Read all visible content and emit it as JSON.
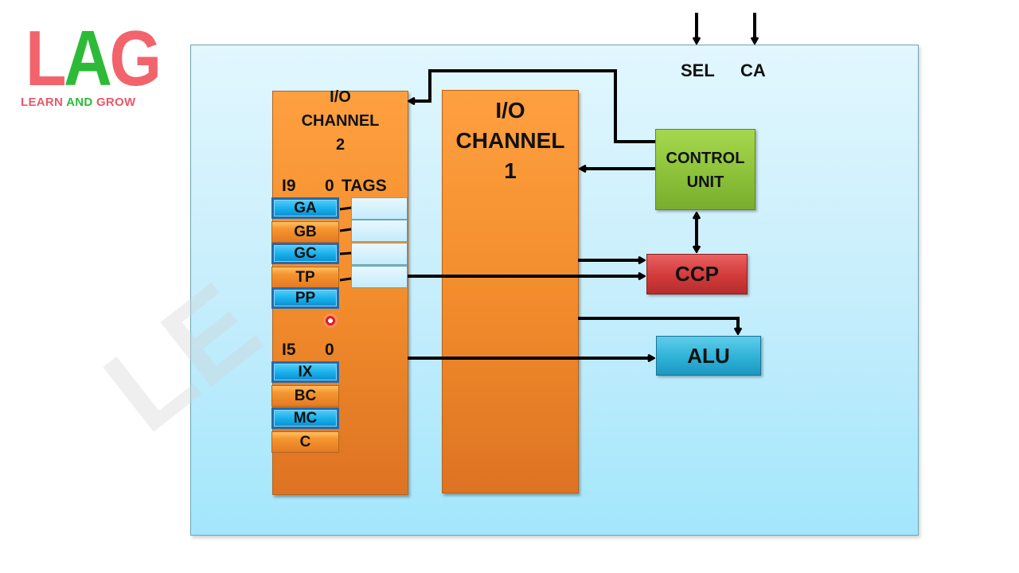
{
  "logo": {
    "letters": [
      "L",
      "A",
      "G"
    ],
    "tagline_parts": [
      "LEARN ",
      "AND",
      " GROW"
    ],
    "colors": {
      "red": "#f2636b",
      "green": "#2dbb37"
    }
  },
  "watermark": "LE",
  "signals": {
    "sel": "SEL",
    "ca": "CA"
  },
  "io_channel_2": {
    "title_lines": [
      "I/O",
      "CHANNEL",
      "2"
    ],
    "upper_range_high": "I9",
    "upper_range_low": "0",
    "tags_label": "TAGS",
    "upper_registers": [
      {
        "name": "GA",
        "style": "blue"
      },
      {
        "name": "GB",
        "style": "orange"
      },
      {
        "name": "GC",
        "style": "blue"
      },
      {
        "name": "TP",
        "style": "orange"
      },
      {
        "name": "PP",
        "style": "blue"
      }
    ],
    "tag_count": 4,
    "lower_range_high": "I5",
    "lower_range_low": "0",
    "lower_registers": [
      {
        "name": "IX",
        "style": "blue"
      },
      {
        "name": "BC",
        "style": "orange"
      },
      {
        "name": "MC",
        "style": "blue"
      },
      {
        "name": "C",
        "style": "orange"
      }
    ]
  },
  "io_channel_1": {
    "title_lines": [
      "I/O",
      "CHANNEL",
      "1"
    ]
  },
  "units": {
    "control_unit": [
      "CONTROL",
      "UNIT"
    ],
    "ccp": "CCP",
    "alu": "ALU"
  },
  "colors": {
    "panel_bg": "#c7eefc",
    "orange": "#f28d2c",
    "register_blue": "#17aeea",
    "control_green": "#8cc23a",
    "ccp_red": "#d13a3a",
    "alu_blue": "#2fb1d8"
  }
}
